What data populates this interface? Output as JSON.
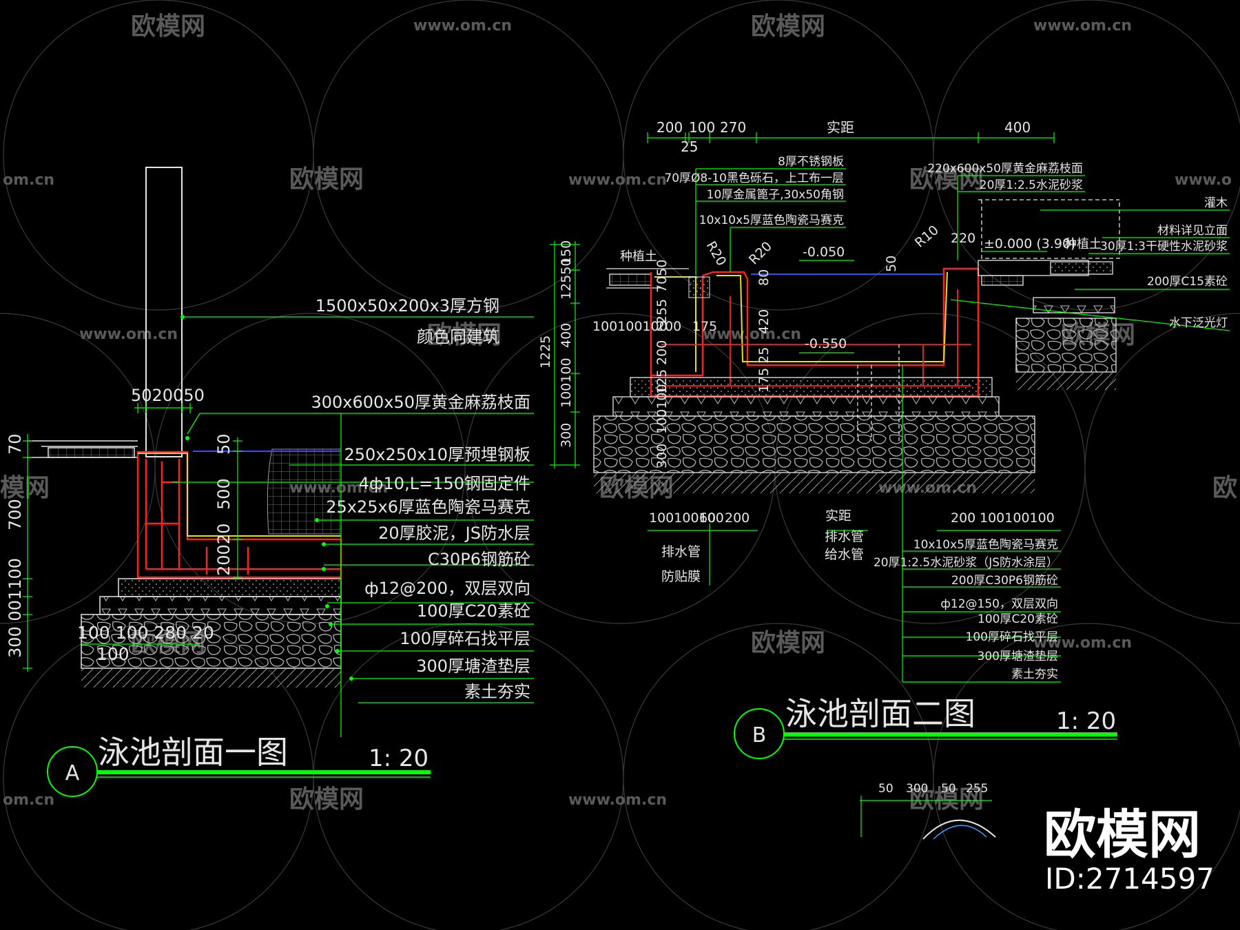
{
  "colors": {
    "background": "#000000",
    "line_white": "#e6e6e6",
    "line_green": "#00ff00",
    "line_red": "#ff2020",
    "line_yellow": "#e6e600",
    "water_blue": "#3050ff",
    "hatch_grey": "#b0b0b0",
    "watermark": "#5a5a5a"
  },
  "watermark": {
    "brand_cn": "欧模网",
    "url": "www.om.cn",
    "url_partial_a": "om.cn",
    "url_partial_b": "www.o",
    "brand_partial_a": "模网",
    "brand_partial_b": "欧"
  },
  "brand_corner": {
    "name": "欧模网",
    "id": "ID:2714597"
  },
  "section_a": {
    "title": "泳池剖面一图",
    "scale": "1: 20",
    "bubble": "A",
    "dims_top": "5020050",
    "dims_post_right": [
      "50",
      "500",
      "20020"
    ],
    "dims_left": [
      "70",
      "700",
      "300 001100"
    ],
    "dims_bottom": [
      "100  100  280 20",
      "100"
    ],
    "labels": [
      "1500x50x200x3厚方钢",
      "颜色同建筑",
      "300x600x50厚黄金麻荔枝面",
      "250x250x10厚预埋钢板",
      "4ф10,L=150钢固定件",
      "25x25x6厚蓝色陶瓷马赛克",
      "20厚胶泥，JS防水层",
      "C30P6钢筋砼",
      "ф12@200，双层双向",
      "100厚C20素砼",
      "100厚碎石找平层",
      "300厚塘渣垫层",
      "素土夯实"
    ]
  },
  "section_b": {
    "title": "泳池剖面二图",
    "scale": "1: 20",
    "bubble": "B",
    "dims_top": [
      "200",
      "100",
      "270",
      "实距",
      "400",
      "25"
    ],
    "dims_left": [
      "1225",
      "150",
      "12550",
      "400",
      "100100",
      "300"
    ],
    "dims_inner": [
      "7050",
      "255",
      "200",
      "125",
      "100100",
      "300",
      "175",
      "420",
      "175 25",
      "80",
      "50",
      "100100100",
      "200"
    ],
    "radii": [
      "R20",
      "R20",
      "R10"
    ],
    "levels": [
      "-0.050",
      "-0.550",
      "±0.000  (3.90)",
      "220"
    ],
    "dims_bottom": [
      "100100100",
      "60",
      "200",
      "实距",
      "200",
      "100100100"
    ],
    "labels_top_left": [
      "8厚不锈钢板",
      "70厚Ø8-10黑色砾石，上工布一层",
      "10厚金属篦子,30x50角钢",
      "10x10x5厚蓝色陶瓷马赛克"
    ],
    "labels_top_right": [
      "220x600x50厚黄金麻荔枝面",
      "20厚1:2.5水泥砂浆",
      "灌木",
      "材料详见立面",
      "30厚1:3干硬性水泥砂浆",
      "200厚C15素砼",
      "水下泛光灯"
    ],
    "plant_soil": [
      "种植土",
      "种植土"
    ],
    "pipes": [
      "排水管",
      "防贴膜",
      "排水管",
      "给水管"
    ],
    "labels_bottom_right": [
      "10x10x5厚蓝色陶瓷马赛克",
      "20厚1:2.5水泥砂浆（JS防水涂层）",
      "200厚C30P6钢筋砼",
      "ф12@150，双层双向",
      "100厚C20素砼",
      "100厚碎石找平层",
      "300厚塘渣垫层",
      "素土夯实"
    ]
  },
  "detail_c": {
    "dims": [
      "50",
      "300",
      "50",
      "255"
    ]
  }
}
